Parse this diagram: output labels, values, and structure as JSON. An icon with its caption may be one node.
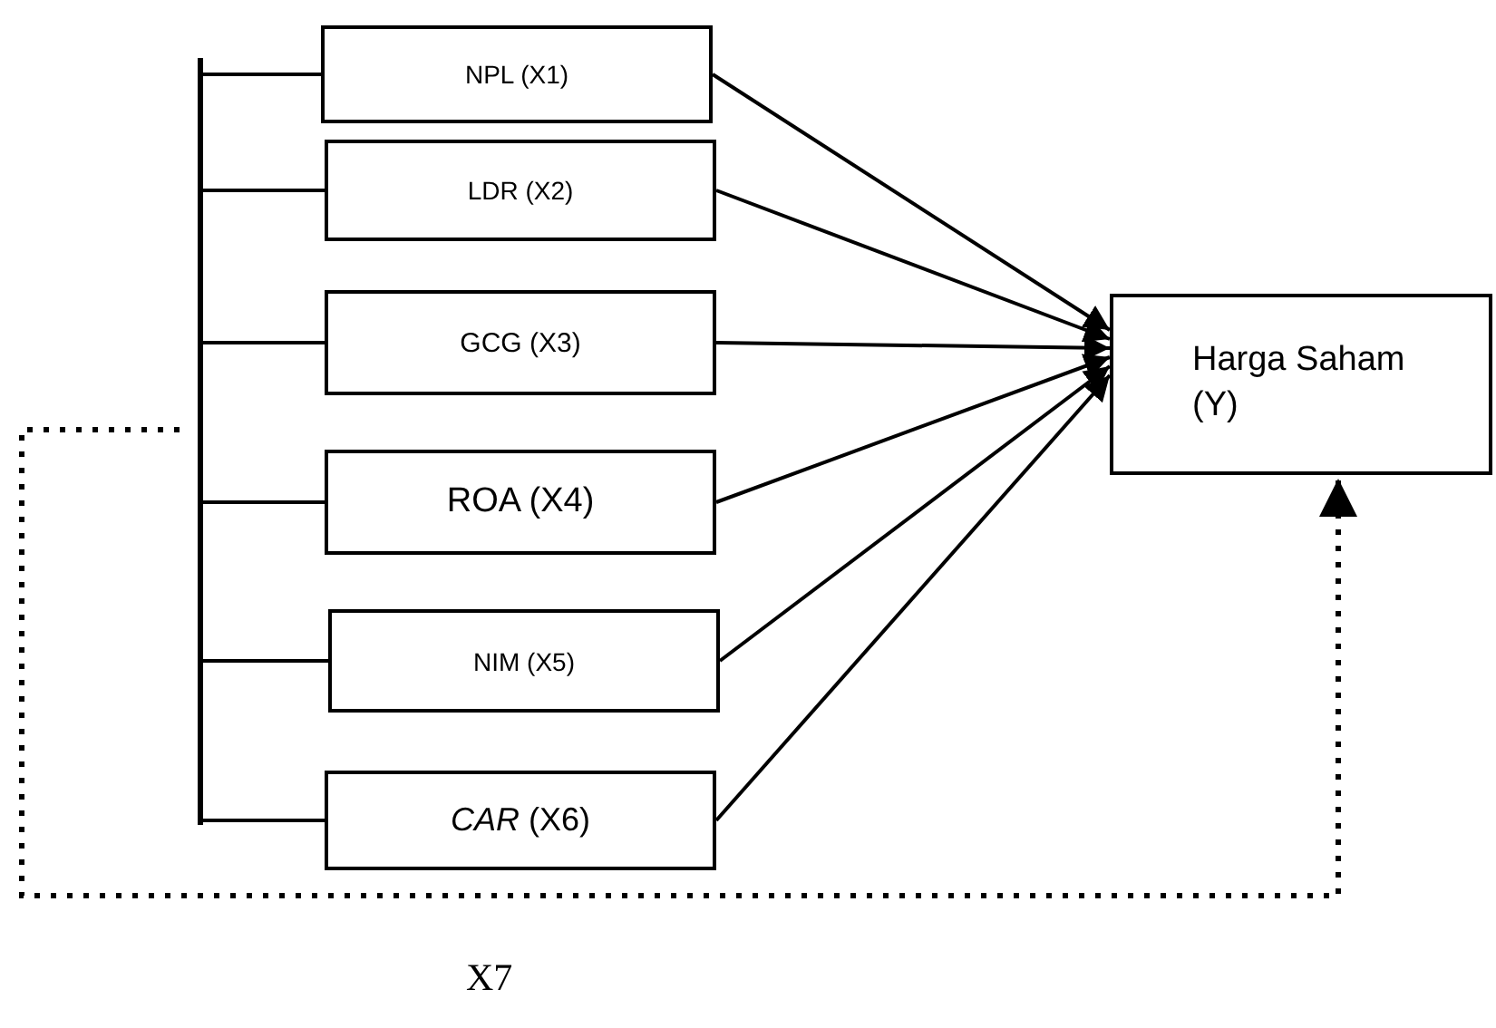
{
  "diagram": {
    "nodes": [
      {
        "text": [
          "NPL (X1)"
        ]
      },
      {
        "text": [
          "LDR (X2)"
        ]
      },
      {
        "text": [
          "GCG (X3)"
        ]
      },
      {
        "text": [
          "ROA (X4)"
        ]
      },
      {
        "text": [
          "NIM (X5)"
        ]
      },
      {
        "text": [
          "*CAR* (X6)"
        ]
      },
      {
        "text": [
          "Harga Saham (Y)"
        ]
      },
      {
        "text": [],
        "shape": "bar"
      }
    ],
    "edges": [
      {
        "from": 0,
        "to": 6,
        "arrow": "to"
      },
      {
        "from": 1,
        "to": 6,
        "arrow": "to"
      },
      {
        "from": 2,
        "to": 6,
        "arrow": "to"
      },
      {
        "from": 3,
        "to": 6,
        "arrow": "to"
      },
      {
        "from": 4,
        "to": 6,
        "arrow": "to"
      },
      {
        "from": 5,
        "to": 6,
        "arrow": "to"
      },
      {
        "from": 0,
        "to": 7,
        "arrow": "none"
      },
      {
        "from": 1,
        "to": 7,
        "arrow": "none"
      },
      {
        "from": 2,
        "to": 7,
        "arrow": "none"
      },
      {
        "from": 3,
        "to": 7,
        "arrow": "none"
      },
      {
        "from": 4,
        "to": 7,
        "arrow": "none"
      },
      {
        "from": 5,
        "to": 7,
        "arrow": "none"
      },
      {
        "from": 7,
        "to": 6,
        "arrow": "to",
        "style": "dashed"
      }
    ],
    "labels": [
      "X7"
    ]
  }
}
